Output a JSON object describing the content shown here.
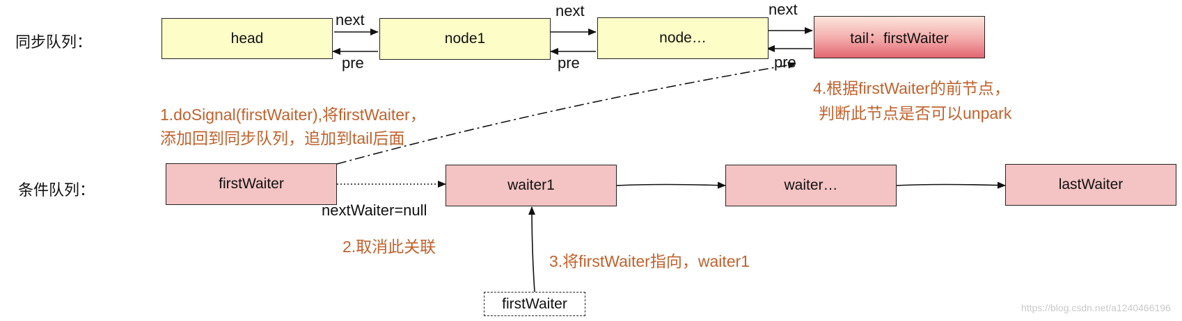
{
  "rows": {
    "sync_label": "同步队列：",
    "cond_label": "条件队列："
  },
  "sync_queue": {
    "head": "head",
    "node1": "node1",
    "node_more": "node…",
    "tail": "tail：firstWaiter",
    "next_label": "next",
    "pre_label": "pre"
  },
  "condition_queue": {
    "first": "firstWaiter",
    "waiter1": "waiter1",
    "waiter_more": "waiter…",
    "last": "lastWaiter",
    "null_link": "nextWaiter=null",
    "new_first": "firstWaiter"
  },
  "notes": {
    "step1_line1": "1.doSignal(firstWaiter),将firstWaiter，",
    "step1_line2": "添加回到同步队列，追加到tail后面",
    "step2": "2.取消此关联",
    "step3": "3.将firstWaiter指向，waiter1",
    "step4_line1": "4.根据firstWaiter的前节点，",
    "step4_line2": "判断此节点是否可以unpark"
  },
  "watermark": "https://blog.csdn.net/a1240466196",
  "colors": {
    "sync_node": "#fdfdc7",
    "cond_node": "#f4c3c3",
    "tail_gradient_bottom": "#e26670",
    "note_text": "#c0622d"
  }
}
